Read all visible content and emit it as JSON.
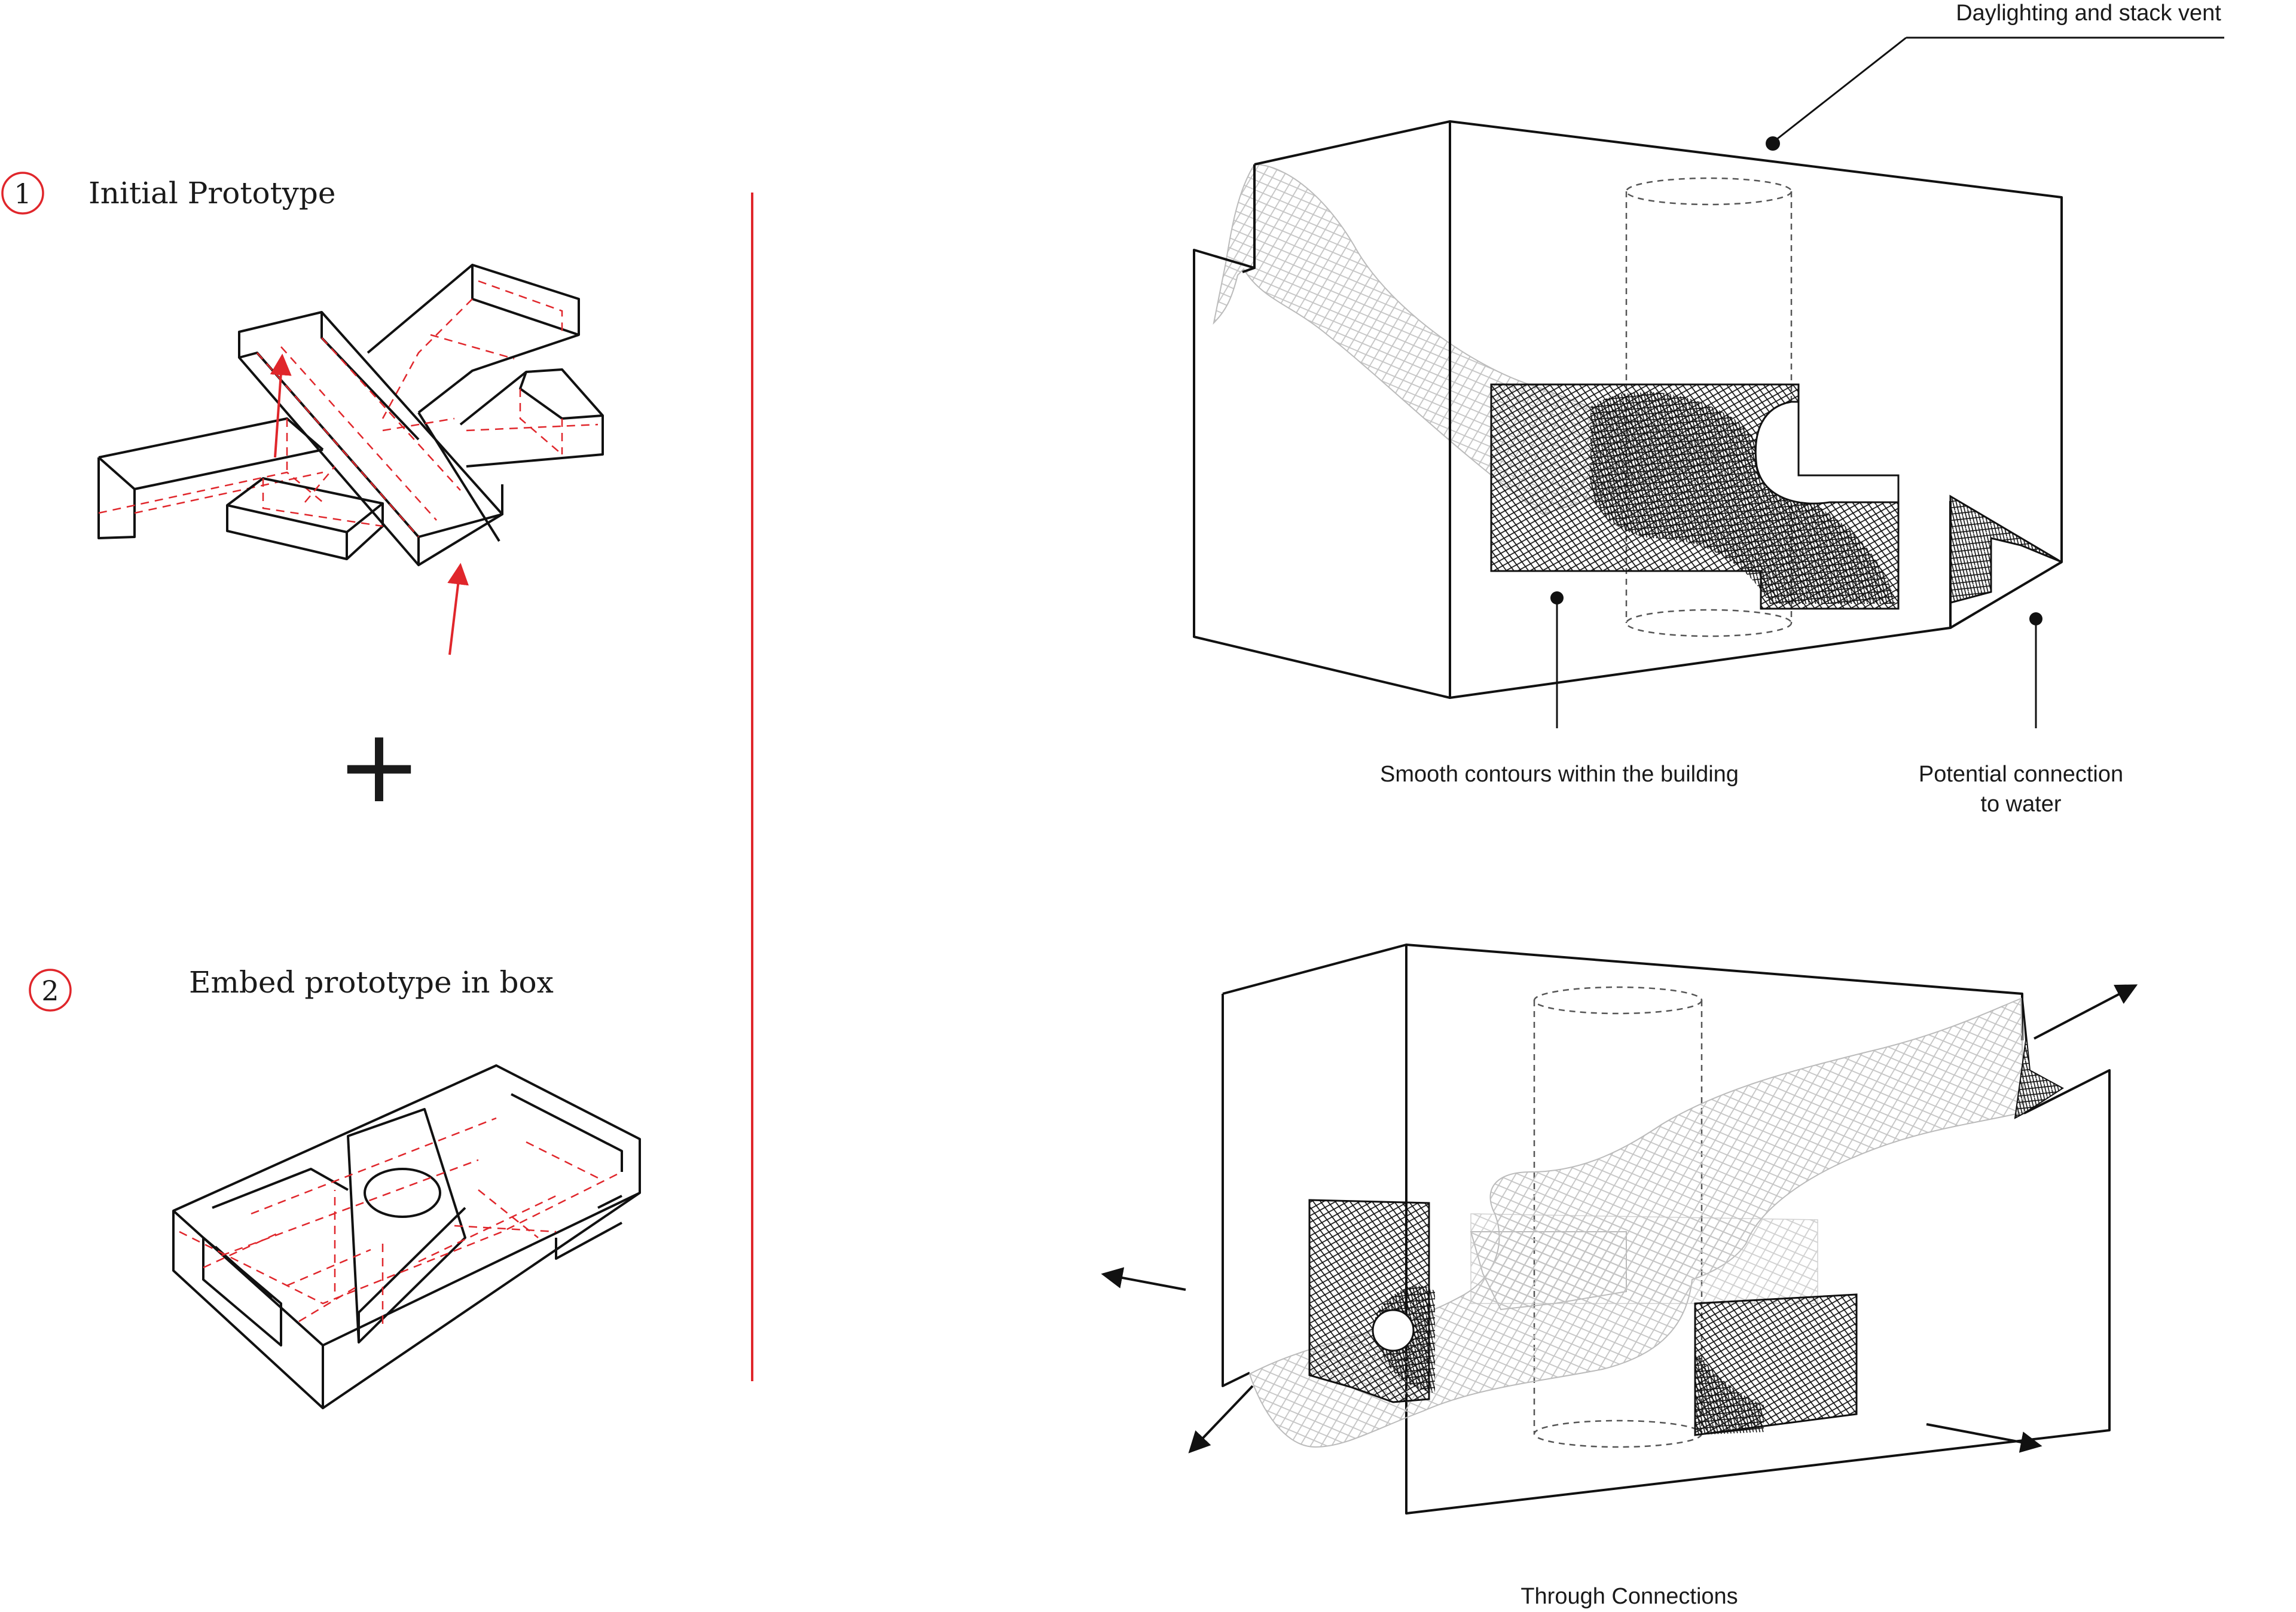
{
  "colors": {
    "accent_red": "#e0262b",
    "line": "#111111",
    "mesh_light": "#bdbdbd"
  },
  "steps": [
    {
      "number": "1",
      "label": "Initial Prototype"
    },
    {
      "number": "2",
      "label": "Embed prototype in box"
    }
  ],
  "plus_symbol": "+",
  "top_model": {
    "annotations": {
      "vent": "Daylighting and stack vent",
      "contours": "Smooth contours within the building",
      "water_line1": "Potential connection",
      "water_line2": "to water"
    }
  },
  "bottom_model": {
    "caption": "Through Connections"
  }
}
